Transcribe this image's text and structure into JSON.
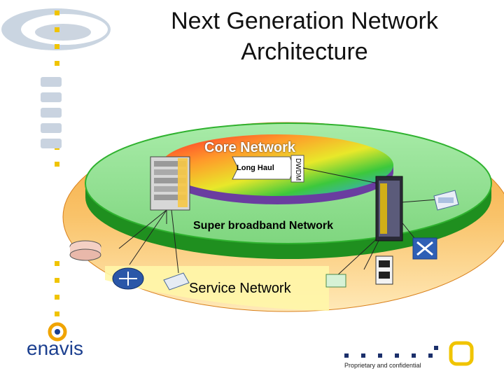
{
  "slide": {
    "title_line1": "Next Generation Network",
    "title_line2": "Architecture",
    "footer": "Proprietary and confidential",
    "brand": "enavis"
  },
  "diagram": {
    "core_label": "Core Network",
    "long_haul_label": "Long Haul",
    "dwdm_label": "DWDM",
    "super_broadband_label": "Super broadband Network",
    "service_label": "Service Network"
  },
  "colors": {
    "outer_ring": "#f2a23c",
    "service_highlight": "#fff6a8",
    "middle_ring": "#2fb22f",
    "accent_dots": "#f0c400",
    "brand_blue": "#1b3f8f"
  }
}
